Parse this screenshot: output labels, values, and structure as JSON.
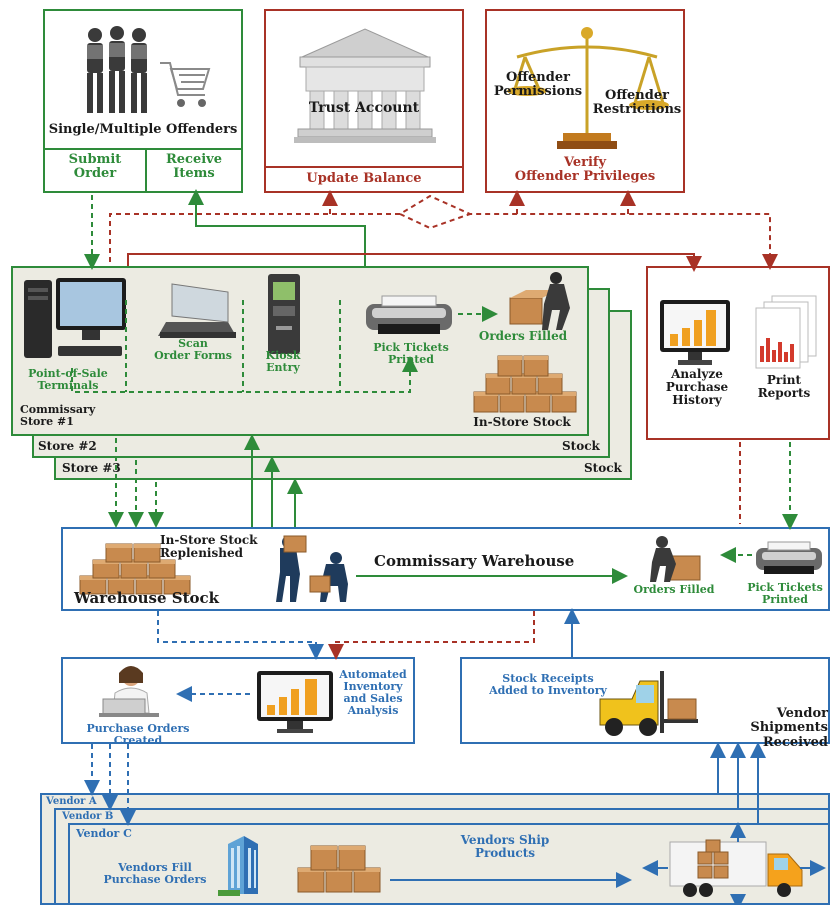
{
  "offenders": {
    "title": "Single/Multiple Offenders",
    "submit_order": "Submit\nOrder",
    "receive_items": "Receive\nItems"
  },
  "trust": {
    "title": "Trust Account",
    "caption": "Update Balance"
  },
  "privileges": {
    "left": "Offender\nPermissions",
    "right": "Offender\nRestrictions",
    "caption": "Verify\nOffender Privileges"
  },
  "store": {
    "pos": "Point-of-Sale\nTerminals",
    "scan": "Scan\nOrder Forms",
    "kiosk": "Kiosk\nEntry",
    "pick": "Pick Tickets\nPrinted",
    "orders_filled": "Orders Filled",
    "instore_stock": "In-Store Stock",
    "store1": "Commissary\nStore #1",
    "store2": "Store #2",
    "store3": "Store #3",
    "stock2": "Stock",
    "stock3": "Stock"
  },
  "reports": {
    "analyze": "Analyze\nPurchase\nHistory",
    "print": "Print\nReports"
  },
  "warehouse": {
    "replenished": "In-Store Stock\nReplenished",
    "title": "Commissary Warehouse",
    "stock": "Warehouse Stock",
    "orders_filled": "Orders Filled",
    "pick": "Pick Tickets\nPrinted"
  },
  "purchasing": {
    "created": "Purchase Orders Created",
    "analysis": "Automated\nInventory\nand Sales\nAnalysis"
  },
  "receiving": {
    "receipts": "Stock Receipts\nAdded to Inventory",
    "shipments": "Vendor\nShipments Received"
  },
  "vendors": {
    "a": "Vendor A",
    "b": "Vendor B",
    "c": "Vendor C",
    "fill": "Vendors Fill\nPurchase Orders",
    "ship": "Vendors Ship\nProducts"
  },
  "colors": {
    "green": "#2e8b3a",
    "red": "#a83226",
    "blue": "#2f6fb3"
  }
}
